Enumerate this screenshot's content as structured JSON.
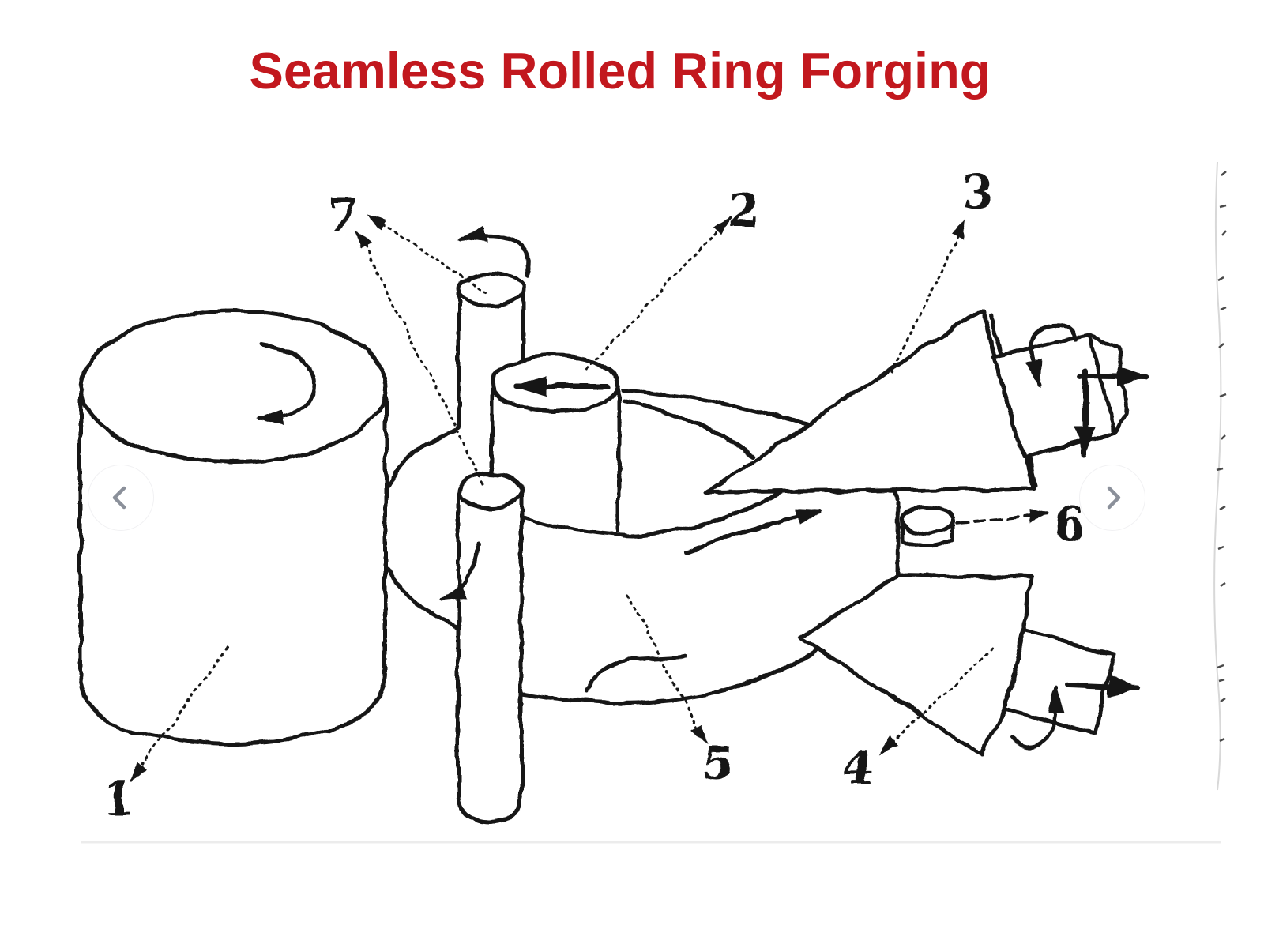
{
  "title": {
    "text": "Seamless Rolled Ring Forging",
    "color": "#c2181e"
  },
  "carousel": {
    "prev_icon": "chevron-left",
    "next_icon": "chevron-right",
    "chevron_color": "#8b909a"
  },
  "diagram": {
    "ink_color": "#161616",
    "paper_edge_color": "#d8d8d8",
    "baseline_color": "#ececec",
    "caption_numbers": [
      "1",
      "2",
      "3",
      "4",
      "5",
      "6",
      "7"
    ]
  }
}
